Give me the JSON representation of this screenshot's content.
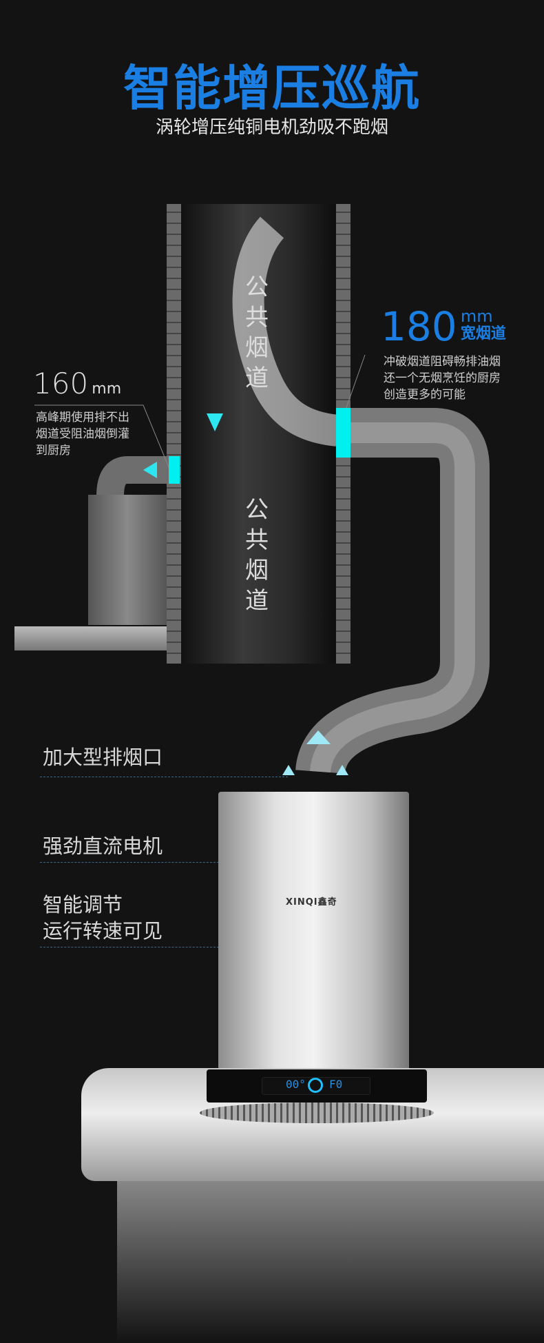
{
  "header": {
    "title": "智能增压巡航",
    "subtitle": "涡轮增压纯铜电机劲吸不跑烟"
  },
  "flue": {
    "label_upper": "公共烟道",
    "label_lower": "公共烟道"
  },
  "wide_duct": {
    "size": "180",
    "unit": "mm",
    "name": "宽烟道",
    "desc": [
      "冲破烟道阻碍畅排油烟",
      "还一个无烟烹饪的厨房",
      "创造更多的可能"
    ]
  },
  "narrow_duct": {
    "size": "160",
    "unit": "mm",
    "desc": [
      "高峰期使用排不出",
      "烟道受阻油烟倒灌",
      "到厨房"
    ]
  },
  "features": [
    "加大型排烟口",
    "强劲直流电机",
    "智能调节",
    "运行转速可见"
  ],
  "product": {
    "logo": "XINQI鑫奇",
    "display_left": "00°",
    "display_right": "F0"
  },
  "colors": {
    "accent": "#1a7ee2",
    "cyan": "#00f0f0"
  }
}
